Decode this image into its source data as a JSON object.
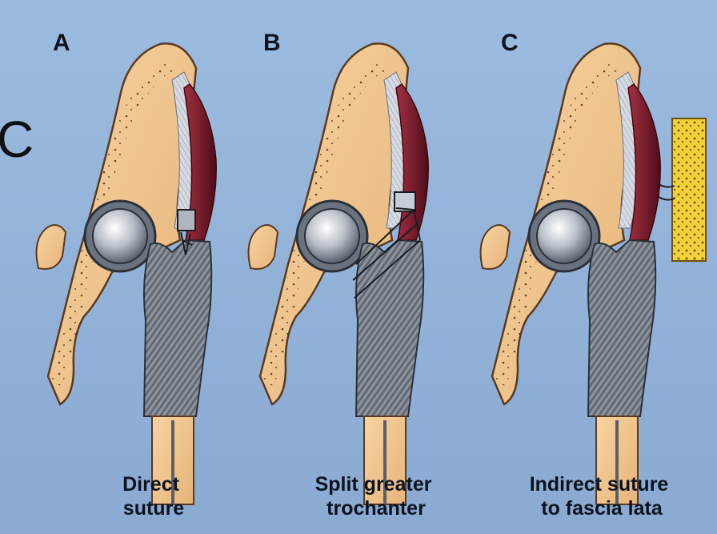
{
  "figure": {
    "side_glyph": "C",
    "panels": [
      {
        "letter": "A",
        "caption_lines": [
          "Direct",
          "suture"
        ]
      },
      {
        "letter": "B",
        "caption_lines": [
          "Split greater",
          "trochanter"
        ]
      },
      {
        "letter": "C",
        "caption_lines": [
          "Indirect suture",
          "to fascia lata"
        ]
      }
    ]
  },
  "colors": {
    "background": "#94b4da",
    "bone": "#f2c68c",
    "bone_outline": "#5a3a20",
    "muscle": "#6a1420",
    "tendon": "#c8ccd4",
    "implant": "#7d8490",
    "fascia_graft": "#f4d23a"
  }
}
